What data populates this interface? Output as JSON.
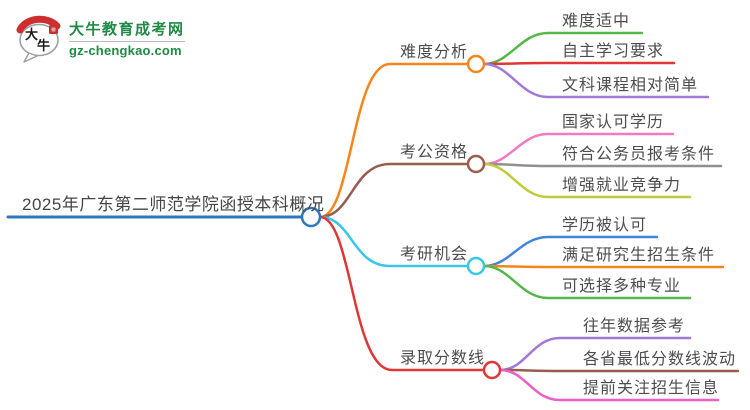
{
  "logo": {
    "icon_char_1": "大",
    "icon_char_2": "牛",
    "site_name": "大牛教育成考网",
    "site_url": "gz-chengkao.com",
    "brand_green": "#1e8a44",
    "brand_red": "#cf2e2e"
  },
  "mindmap": {
    "root": {
      "label": "2025年广东第二师范学院函授本科概况",
      "color": "#2e77be"
    },
    "branches": [
      {
        "label": "难度分析",
        "color": "#f6861b",
        "children": [
          {
            "label": "难度适中",
            "color": "#53b848"
          },
          {
            "label": "自主学习要求",
            "color": "#e03636"
          },
          {
            "label": "文科课程相对简单",
            "color": "#a07ad6"
          }
        ]
      },
      {
        "label": "考公资格",
        "color": "#9a5c4f",
        "children": [
          {
            "label": "国家认可学历",
            "color": "#f27bc0"
          },
          {
            "label": "符合公务员报考条件",
            "color": "#909090"
          },
          {
            "label": "增强就业竞争力",
            "color": "#c1ca3a"
          }
        ]
      },
      {
        "label": "考研机会",
        "color": "#38c7e6",
        "children": [
          {
            "label": "学历被认可",
            "color": "#4184d8"
          },
          {
            "label": "满足研究生招生条件",
            "color": "#f6861b"
          },
          {
            "label": "可选择多种专业",
            "color": "#53b848"
          }
        ]
      },
      {
        "label": "录取分数线",
        "color": "#e03636",
        "children": [
          {
            "label": "往年数据参考",
            "color": "#a07ad6"
          },
          {
            "label": "各省最低分数线波动",
            "color": "#9a5c4f"
          },
          {
            "label": "提前关注招生信息",
            "color": "#ec5ec8"
          }
        ]
      }
    ]
  }
}
